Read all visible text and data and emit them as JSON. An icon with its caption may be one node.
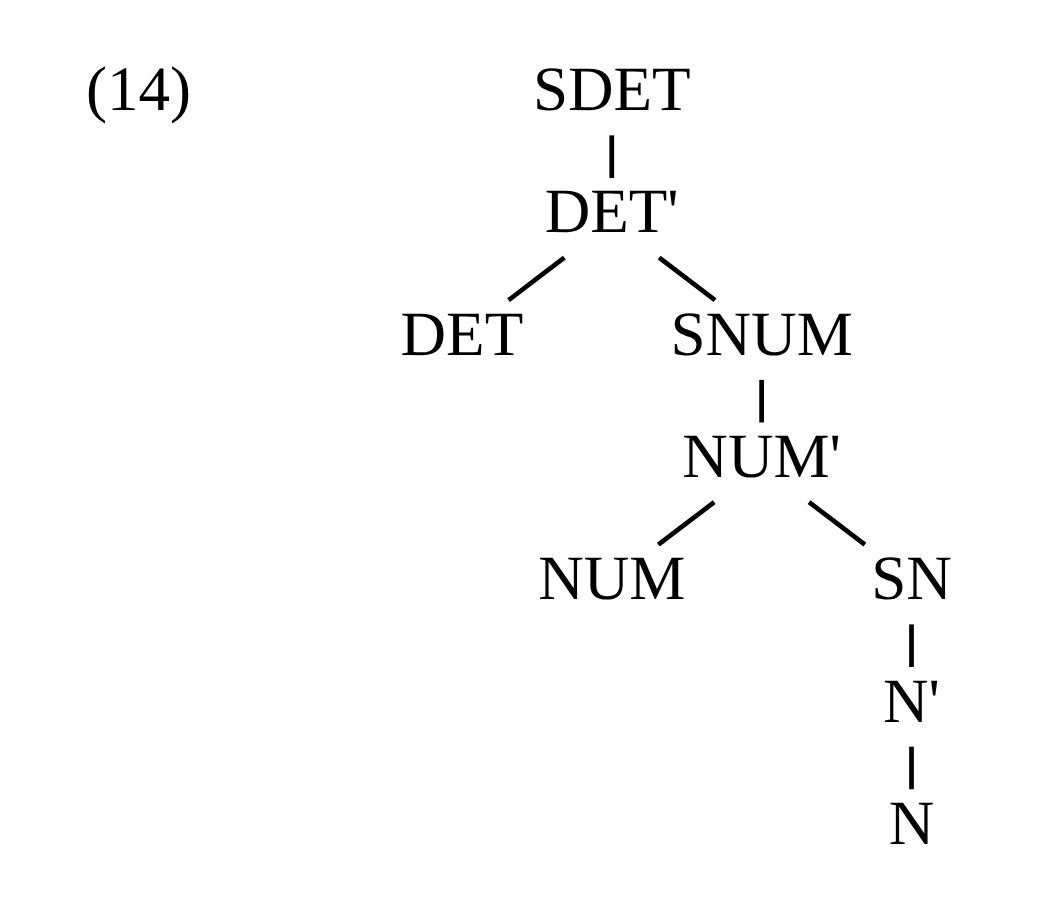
{
  "diagram": {
    "nodes": [
      {
        "text": [
          "SDET"
        ]
      },
      {
        "text": [
          "DET'"
        ]
      },
      {
        "text": [
          "DET"
        ]
      },
      {
        "text": [
          "SNUM"
        ]
      },
      {
        "text": [
          "NUM'"
        ]
      },
      {
        "text": [
          "NUM"
        ]
      },
      {
        "text": [
          "SN"
        ]
      },
      {
        "text": [
          "N'"
        ]
      },
      {
        "text": [
          "N"
        ]
      }
    ],
    "edges": [
      {
        "from": 0,
        "to": 1,
        "arrow": "none"
      },
      {
        "from": 1,
        "to": 2,
        "arrow": "none"
      },
      {
        "from": 1,
        "to": 3,
        "arrow": "none"
      },
      {
        "from": 3,
        "to": 4,
        "arrow": "none"
      },
      {
        "from": 4,
        "to": 5,
        "arrow": "none"
      },
      {
        "from": 4,
        "to": 6,
        "arrow": "none"
      },
      {
        "from": 6,
        "to": 7,
        "arrow": "none"
      },
      {
        "from": 7,
        "to": 8,
        "arrow": "none"
      }
    ],
    "labels": [
      "(14)"
    ]
  }
}
